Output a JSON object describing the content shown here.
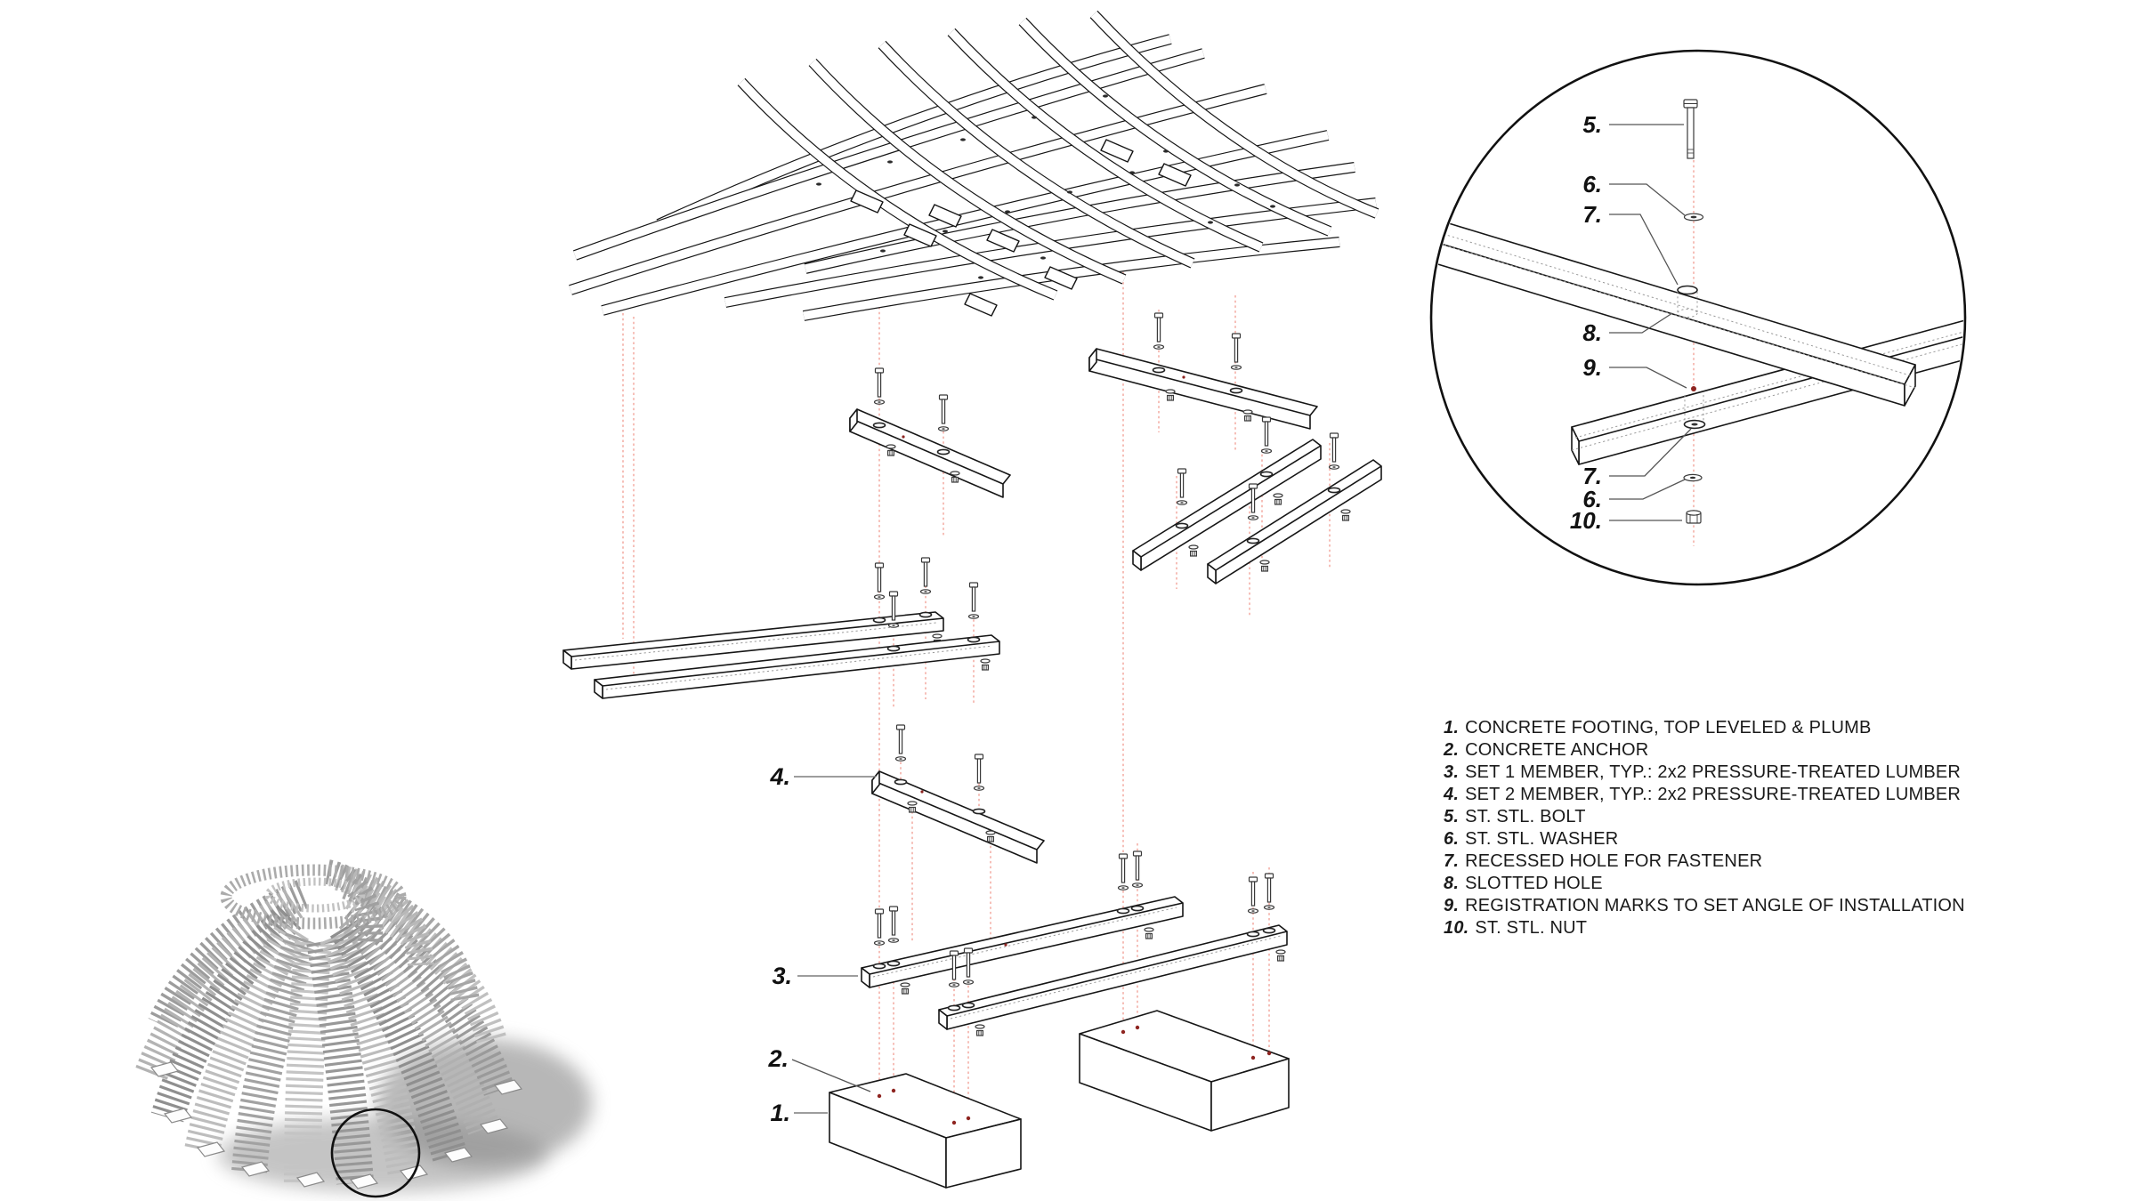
{
  "drawing": {
    "type": "exploded axonometric construction diagram with enlarged fastener detail",
    "colors": {
      "background": "#ffffff",
      "linework": "#161616",
      "alignment_axis_red": "#f2a49a",
      "registration_mark_red": "#8e2420",
      "render_gray": "#a8a8a8"
    }
  },
  "axon": {
    "labels": {
      "l1": "1.",
      "l2": "2.",
      "l3": "3.",
      "l4": "4."
    }
  },
  "detail": {
    "callouts": [
      "5.",
      "6.",
      "7.",
      "8.",
      "9.",
      "7.",
      "6.",
      "10."
    ]
  },
  "legend": {
    "items": [
      {
        "num": "1.",
        "text": "CONCRETE FOOTING, TOP LEVELED & PLUMB"
      },
      {
        "num": "2.",
        "text": "CONCRETE ANCHOR"
      },
      {
        "num": "3.",
        "text": "SET 1 MEMBER, TYP.: 2x2 PRESSURE-TREATED LUMBER"
      },
      {
        "num": "4.",
        "text": "SET 2 MEMBER, TYP.: 2x2 PRESSURE-TREATED LUMBER"
      },
      {
        "num": "5.",
        "text": "ST. STL. BOLT"
      },
      {
        "num": "6.",
        "text": "ST. STL. WASHER"
      },
      {
        "num": "7.",
        "text": "RECESSED HOLE FOR FASTENER"
      },
      {
        "num": "8.",
        "text": "SLOTTED HOLE"
      },
      {
        "num": "9.",
        "text": "REGISTRATION MARKS TO SET ANGLE OF INSTALLATION"
      },
      {
        "num": "10.",
        "text": "ST. STL. NUT"
      }
    ]
  }
}
